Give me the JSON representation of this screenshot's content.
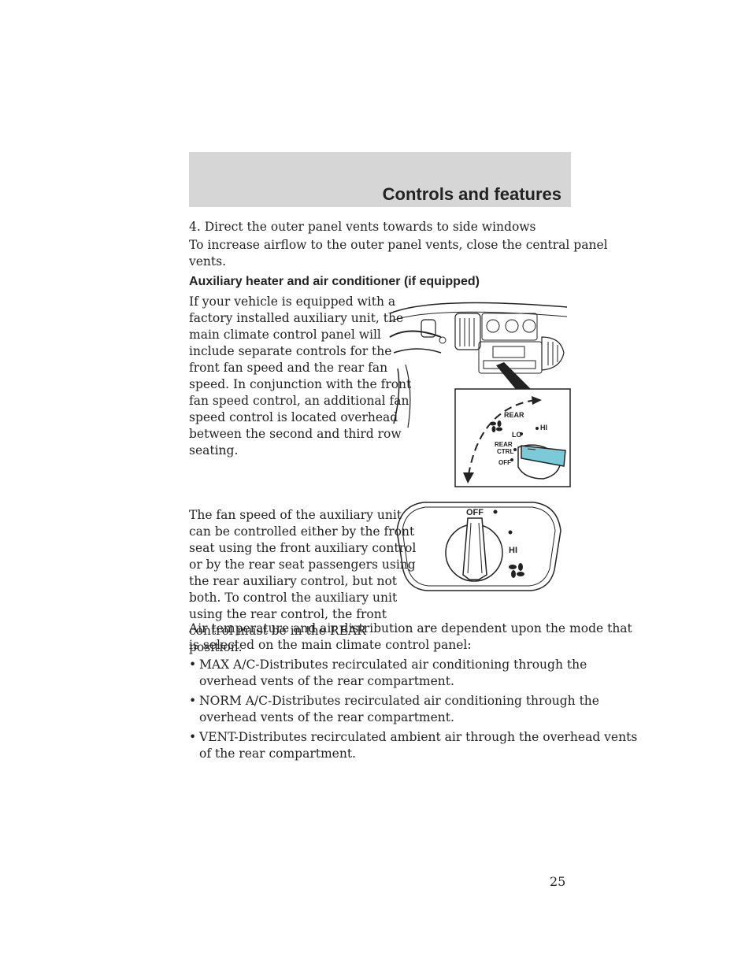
{
  "header": {
    "section_title": "Controls and features"
  },
  "intro": {
    "step4": "4. Direct the outer panel vents towards to side windows",
    "airflow_tip_l1": "To increase airflow to the outer panel vents, close the central panel",
    "airflow_tip_l2": "vents."
  },
  "section": {
    "heading": "Auxiliary heater and air conditioner (if equipped)",
    "para1_lines": [
      "If your vehicle is equipped with a",
      "factory installed auxiliary unit, the",
      "main climate control panel will",
      "include separate controls for the",
      "front fan speed and the rear fan",
      "speed. In conjunction with the front",
      "fan speed control, an additional fan",
      "speed control is located overhead",
      "between the second and third row",
      "seating."
    ],
    "para2_lines": [
      "The fan speed of the auxiliary unit",
      "can be controlled either by the front",
      "seat using the front auxiliary control",
      "or by the rear seat passengers using",
      "the rear auxiliary control, but not",
      "both. To control the auxiliary unit",
      "using the rear control, the front",
      "control must be in the REAR",
      "position."
    ],
    "para3_lines": [
      "Air temperature and air distribution are dependent upon the mode that",
      "is selected on the main climate control panel:"
    ],
    "bullets": [
      {
        "l1": "MAX A/C-Distributes recirculated air conditioning through the",
        "l2": "overhead vents of the rear compartment."
      },
      {
        "l1": "NORM A/C-Distributes recirculated air conditioning through the",
        "l2": "overhead vents of the rear compartment."
      },
      {
        "l1": "VENT-Distributes recirculated ambient air through the overhead vents",
        "l2": "of the rear compartment."
      }
    ],
    "bullet_symbol": "•"
  },
  "figure_front": {
    "labels": {
      "rear": "REAR",
      "hi": "HI",
      "lo": "LO",
      "rear_ctrl_1": "REAR",
      "rear_ctrl_2": "CTRL",
      "off": "OFF"
    }
  },
  "figure_rear": {
    "labels": {
      "off": "OFF",
      "hi": "HI"
    }
  },
  "footer": {
    "page_number": "25"
  }
}
